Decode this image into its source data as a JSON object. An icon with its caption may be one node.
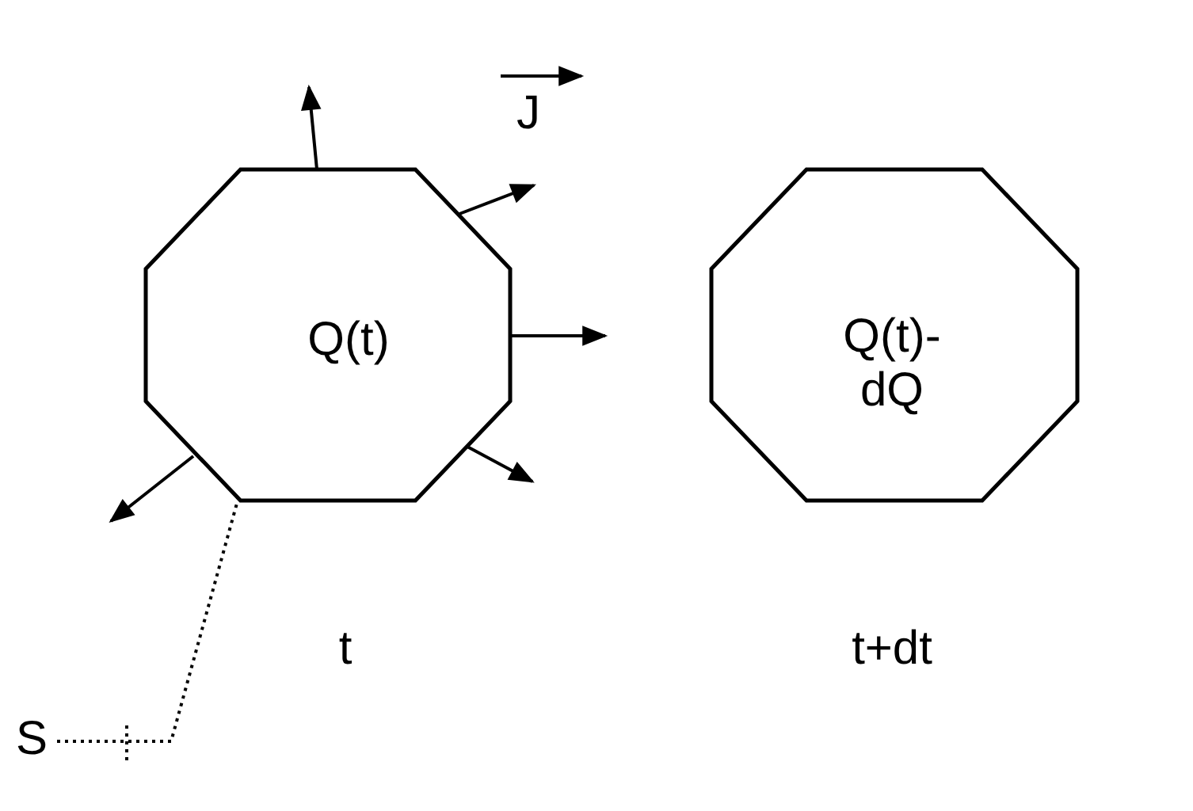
{
  "diagram": {
    "nodes": [
      {
        "text": [
          "Q(t)"
        ],
        "beside": [
          "t"
        ]
      },
      {
        "text": [
          "Q(t)- dQ"
        ],
        "beside": [
          "t+dt"
        ]
      },
      {
        "text": [
          "S"
        ]
      }
    ],
    "edges": [
      {
        "from": 2,
        "to": 0,
        "arrow": "none",
        "style": "dashed"
      }
    ],
    "labels": [
      "J"
    ]
  }
}
